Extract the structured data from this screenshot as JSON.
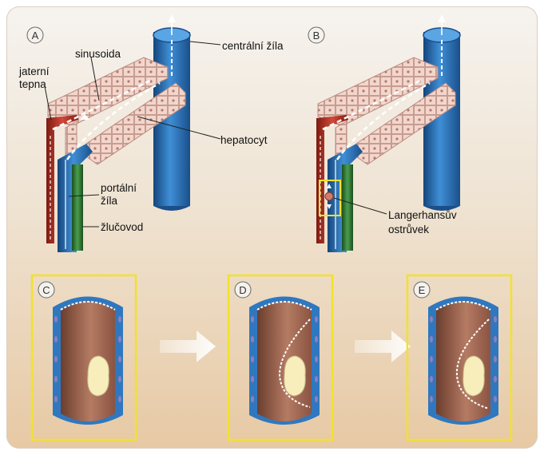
{
  "panels": {
    "a": "A",
    "b": "B",
    "c": "C",
    "d": "D",
    "e": "E"
  },
  "labels": {
    "central_vein": "centrální žíla",
    "sinusoid": "sinusoida",
    "hepatic_artery_1": "jaterní",
    "hepatic_artery_2": "tepna",
    "hepatocyte": "hepatocyt",
    "portal_vein_1": "portální",
    "portal_vein_2": "žíla",
    "bile_duct": "žlučovod",
    "islet_1": "Langerhansův",
    "islet_2": "ostrůvek"
  },
  "colors": {
    "vein_blue": "#2f78c0",
    "artery_red": "#c0392b",
    "bile_green": "#2e7d32",
    "hepatocyte_pink": "#f2d2c6",
    "highlight_yellow": "#f2e22a",
    "vessel_lumen": "#a9705a",
    "islet_cream": "#f7eebc"
  }
}
